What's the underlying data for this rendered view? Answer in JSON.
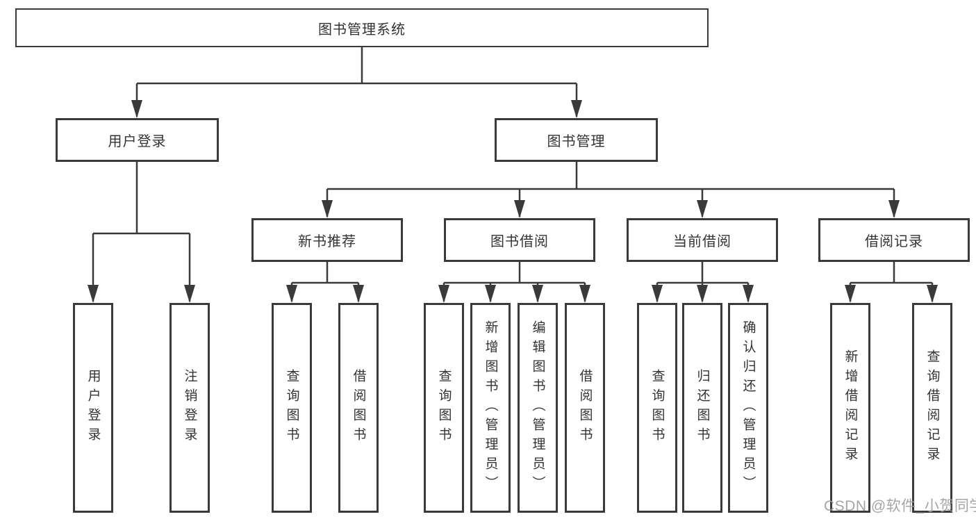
{
  "nodes": {
    "root": "图书管理系统",
    "user_login": "用户登录",
    "book_mgmt": "图书管理",
    "new_books": "新书推荐",
    "book_borrow": "图书借阅",
    "current_borrow": "当前借阅",
    "borrow_records": "借阅记录",
    "leaf_user_login": "用户登录",
    "leaf_logout": "注销登录",
    "leaf_nb_query_books": "查询图书",
    "leaf_nb_borrow_books": "借阅图书",
    "leaf_bb_query_books": "查询图书",
    "leaf_bb_add_books": "新增图书（管理员）",
    "leaf_bb_edit_books": "编辑图书（管理员）",
    "leaf_bb_borrow_books": "借阅图书",
    "leaf_cb_query_books": "查询图书",
    "leaf_cb_return_books": "归还图书",
    "leaf_cb_confirm_return": "确认归还（管理员）",
    "leaf_br_add_record": "新增借阅记录",
    "leaf_br_query_record": "查询借阅记录"
  },
  "watermark": "CSDN @软件_小贺同学",
  "colors": {
    "line": "#3a3a3a",
    "text": "#333333",
    "background": "#ffffff",
    "watermark": "#9e9e9e"
  }
}
